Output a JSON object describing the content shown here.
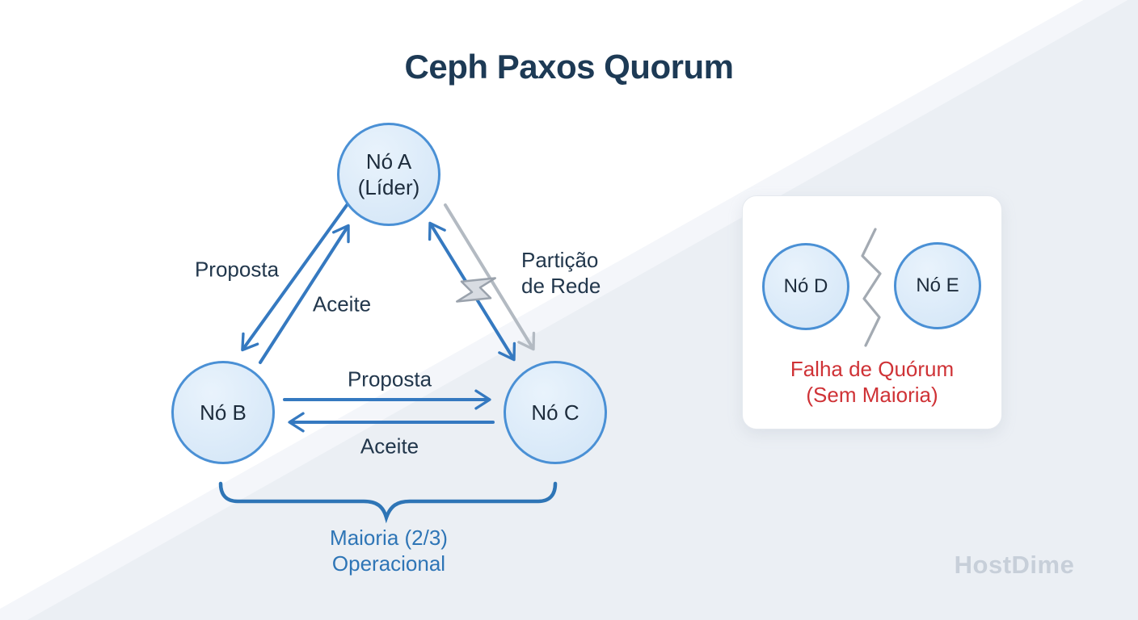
{
  "title": "Ceph Paxos Quorum",
  "watermark": "HostDime",
  "colors": {
    "arrow_blue": "#3579c0",
    "node_fill": "#ddebf9",
    "node_stroke": "#4a90d5",
    "label_navy": "#22374c",
    "title_navy": "#1d3a55",
    "brace_blue": "#2e75b6",
    "failure_red": "#cf3236",
    "partition_gray": "#b3bac2",
    "background_wedge": "#ebeff4"
  },
  "cluster": {
    "node_a": {
      "name": "Nó A",
      "role": "(Líder)"
    },
    "node_b": {
      "name": "Nó B"
    },
    "node_c": {
      "name": "Nó C"
    },
    "edges": {
      "a_to_b": "Proposta",
      "b_to_a": "Aceite",
      "b_to_c": "Proposta",
      "c_to_b": "Aceite"
    },
    "partition": {
      "line1": "Partição",
      "line2": "de Rede"
    },
    "majority": {
      "line1": "Maioria (2/3)",
      "line2": "Operacional"
    }
  },
  "failure_panel": {
    "node_d": {
      "name": "Nó D"
    },
    "node_e": {
      "name": "Nó E"
    },
    "caption": {
      "line1": "Falha de Quórum",
      "line2": "(Sem Maioria)"
    }
  }
}
